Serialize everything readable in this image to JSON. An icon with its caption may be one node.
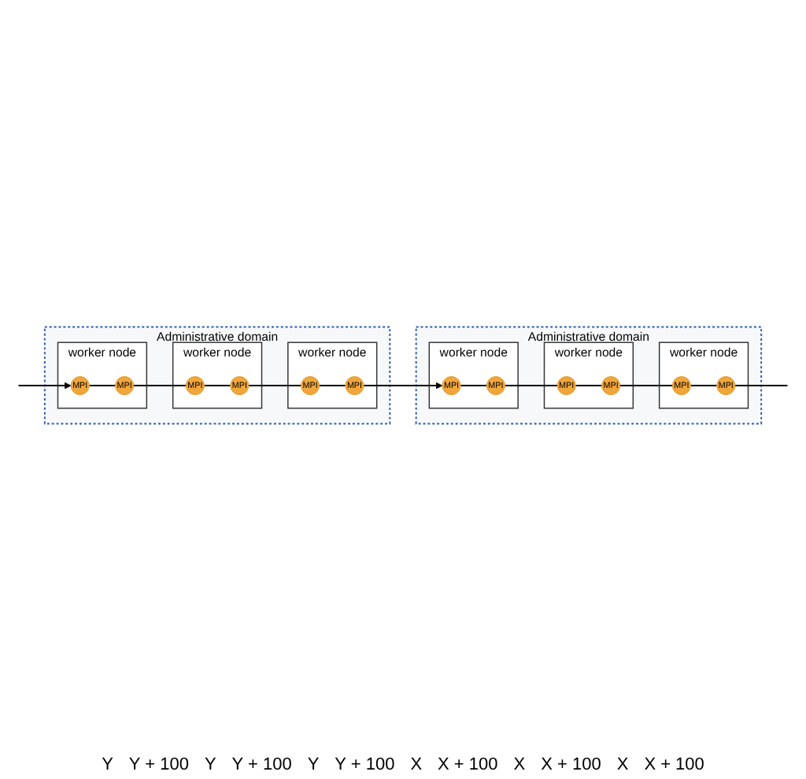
{
  "diagram": {
    "nodes": [
      {
        "text": [
          "Administrative domain"
        ]
      },
      {
        "text": [
          "worker node"
        ],
        "in": 0
      },
      {
        "text": [
          "MPI"
        ],
        "in": 1
      },
      {
        "text": [
          "MPI"
        ],
        "in": 1
      },
      {
        "text": [
          "worker node"
        ],
        "in": 0
      },
      {
        "text": [
          "MPI"
        ],
        "in": 4
      },
      {
        "text": [
          "MPI"
        ],
        "in": 4
      },
      {
        "text": [
          "worker node"
        ],
        "in": 0
      },
      {
        "text": [
          "MPI"
        ],
        "in": 7
      },
      {
        "text": [
          "MPI"
        ],
        "in": 7
      },
      {
        "text": [
          "Administrative domain"
        ]
      },
      {
        "text": [
          "worker node"
        ],
        "in": 10
      },
      {
        "text": [
          "MPI"
        ],
        "in": 11
      },
      {
        "text": [
          "MPI"
        ],
        "in": 11
      },
      {
        "text": [
          "worker node"
        ],
        "in": 10
      },
      {
        "text": [
          "MPI"
        ],
        "in": 14
      },
      {
        "text": [
          "MPI"
        ],
        "in": 14
      },
      {
        "text": [
          "worker node"
        ],
        "in": 10
      },
      {
        "text": [
          "MPI"
        ],
        "in": 17
      },
      {
        "text": [
          "MPI"
        ],
        "in": 17
      }
    ],
    "edges": [
      {
        "from": null,
        "to": 2,
        "arrow": "to"
      },
      {
        "from": 2,
        "to": 3,
        "arrow": "none"
      },
      {
        "from": 3,
        "to": 6,
        "arrow": "none"
      },
      {
        "from": 6,
        "to": 5,
        "arrow": "none"
      },
      {
        "from": 5,
        "to": 8,
        "arrow": "none"
      },
      {
        "from": 8,
        "to": 9,
        "arrow": "none"
      },
      {
        "from": 9,
        "to": 12,
        "arrow": "to"
      },
      {
        "from": 12,
        "to": 13,
        "arrow": "none"
      },
      {
        "from": 13,
        "to": 16,
        "arrow": "none"
      },
      {
        "from": 16,
        "to": 15,
        "arrow": "none"
      },
      {
        "from": 15,
        "to": 18,
        "arrow": "none"
      },
      {
        "from": 18,
        "to": 19,
        "arrow": "none"
      },
      {
        "from": 19,
        "to": null,
        "arrow": "none"
      }
    ],
    "labels": [
      "Y",
      "Y + 100",
      "Y",
      "Y + 100",
      "Y",
      "Y + 100",
      "X",
      "X + 100",
      "X",
      "X + 100",
      "X",
      "X + 100"
    ]
  }
}
